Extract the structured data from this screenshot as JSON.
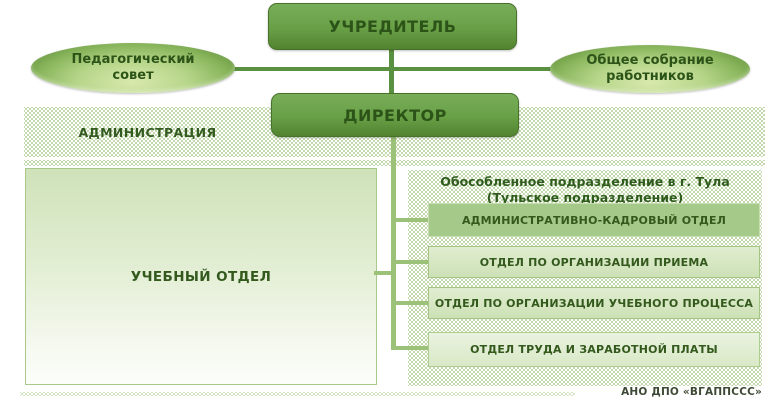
{
  "chart": {
    "founder_label": "УЧРЕДИТЕЛЬ",
    "director_label": "ДИРЕКТОР",
    "pedagogical_council_label": "Педагогический совет",
    "workers_meeting_label": "Общее собрание работников",
    "administration_label": "АДМИНИСТРАЦИЯ",
    "training_department_label": "УЧЕБНЫЙ ОТДЕЛ",
    "tula_division_title_line1": "Обособленное подразделение в г. Тула",
    "tula_division_title_line2": "(Тульское подразделение)",
    "departments": [
      {
        "label": "АДМИНИСТРАТИВНО-КАДРОВЫЙ ОТДЕЛ"
      },
      {
        "label": "ОТДЕЛ ПО ОРГАНИЗАЦИИ ПРИЕМА"
      },
      {
        "label": "ОТДЕЛ ПО ОРГАНИЗАЦИИ УЧЕБНОГО ПРОЦЕССА"
      },
      {
        "label": "ОТДЕЛ ТРУДА И ЗАРАБОТНОЙ ПЛАТЫ"
      }
    ],
    "footer_label": "АНО ДПО «ВГАППССС»"
  },
  "colors": {
    "node_fill_top": "#79ad59",
    "node_fill_bottom": "#538230",
    "node_text": "#2d5418",
    "connector_dark": "#5a9140",
    "connector_light": "#9cc178",
    "dot_texture": "#b0ce93",
    "bar_solid_fill": "#a5c989",
    "bar_gradient_top": "#e0edd0",
    "bar_gradient_bottom": "#cde1b6",
    "bar_border": "#a3c483",
    "big_box_border": "#a9c88c",
    "label_text": "#2f5c1d",
    "footer_text": "#3e4a36"
  }
}
